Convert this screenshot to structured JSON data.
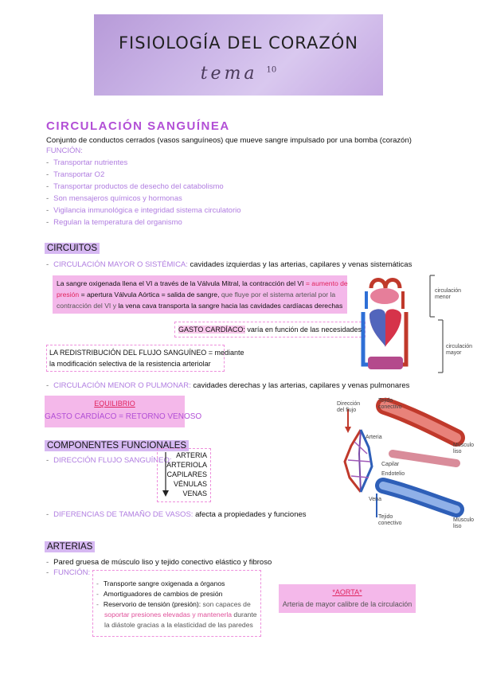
{
  "banner": {
    "title": "FISIOLOGÍA DEL CORAZÓN",
    "subtitle": "tema",
    "number": "10"
  },
  "circulacion": {
    "heading": "CIRCULACIÓN SANGUÍNEA",
    "definition": "Conjunto de conductos cerrados (vasos sanguíneos) que mueve sangre impulsado por una bomba (corazón)",
    "funcion_label": "FUNCIÓN:",
    "funciones": [
      "Transportar nutrientes",
      "Transportar O2",
      "Transportar productos de desecho del catabolismo",
      "Son mensajeros químicos y hormonas",
      "Vigilancia inmunológica e integridad sistema circulatorio",
      "Regulan la temperatura del organismo"
    ]
  },
  "circuitos": {
    "heading": "CIRCUITOS",
    "mayor_label": "CIRCULACIÓN MAYOR O SISTÉMICA:",
    "mayor_text": "cavidades izquierdas y las arterias, capilares y venas sistemáticas",
    "box_line1a": "La sangre oxigenada llena el VI a través de la Válvula Mitral, la contracción del VI",
    "box_line1b": "= aumento de",
    "box_line2a": "presión",
    "box_line2b": "= apertura Válvula Aórtica = salida de sangre,",
    "box_line2c": "que fluye por el sistema arterial por la",
    "box_line3a": "contracción del VI y",
    "box_line3b": "la vena cava transporta la sangre hacia las cavidades cardíacas derechas",
    "gasto_label": "GASTO CARDÍACO:",
    "gasto_text": "varía en función de las necesidades",
    "redis_line1": "LA REDISTRIBUCIÓN DEL FLUJO SANGUÍNEO = mediante",
    "redis_line2": "la modificación selectiva de la resistencia arteriolar",
    "menor_label": "CIRCULACIÓN MENOR O PULMONAR:",
    "menor_text": "cavidades derechas y las arterias, capilares y venas pulmonares",
    "equilibrio_title": "EQUILIBRIO",
    "equilibrio_text": "GASTO CARDÍACO = RETORNO VENOSO"
  },
  "heart_figure": {
    "label_menor_1": "circulación",
    "label_menor_2": "menor",
    "label_mayor_1": "circulación",
    "label_mayor_2": "mayor"
  },
  "componentes": {
    "heading": "COMPONENTES FUNCIONALES",
    "direccion_label": "DIRECCIÓN FLUJO SANGUÍNEO:",
    "direccion_items": [
      "ARTERIA",
      "ARTERIOLA",
      "CAPILARES",
      "VÉNULAS",
      "VENAS"
    ],
    "diferencias_label": "DIFERENCIAS DE TAMAÑO DE VASOS:",
    "diferencias_text": "afecta a propiedades y funciones"
  },
  "vessel_figure": {
    "l1": "Dirección del flujo",
    "l2": "Tejido conectivo",
    "l3": "Arteria",
    "l4": "Músculo liso",
    "l5": "Capilar",
    "l6": "Endotelio",
    "l7": "Vena",
    "l8": "Tejido conectivo",
    "l9": "Músculo liso"
  },
  "arterias": {
    "heading": "ARTERIAS",
    "pared": "Pared gruesa de músculo liso y tejido conectivo elástico y fibroso",
    "funcion_label": "FUNCIÓN:",
    "items": [
      "Transporte sangre oxigenada a órganos",
      "Amortiguadores de cambios de presión"
    ],
    "rep_a": "Reservorio de tensión (presión):",
    "rep_b": "son capaces de",
    "rep_c": "soportar presiones elevadas y mantenerla",
    "rep_d": "durante",
    "rep_e": "la diástole gracias a la elasticidad de las paredes",
    "aorta_title": "*AORTA*",
    "aorta_text": "Arteria de mayor calibre de la circulación"
  }
}
